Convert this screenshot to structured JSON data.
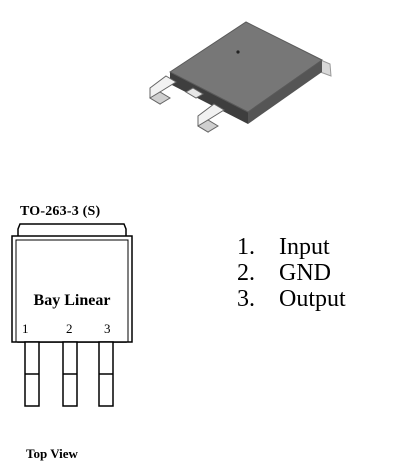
{
  "package": {
    "title": "TO-263-3 (S)",
    "brand": "Bay Linear",
    "pin_numbers": [
      "1",
      "2",
      "3"
    ],
    "view_label": "Top View"
  },
  "pins": [
    {
      "index": "1.",
      "name": "Input"
    },
    {
      "index": "2.",
      "name": "GND"
    },
    {
      "index": "3.",
      "name": "Output"
    }
  ],
  "colors": {
    "body_top": "#6e6e6e",
    "body_side": "#4a4a4a",
    "tab": "#c9c9c9",
    "lead": "#e8e8e8",
    "outline": "#000000"
  }
}
